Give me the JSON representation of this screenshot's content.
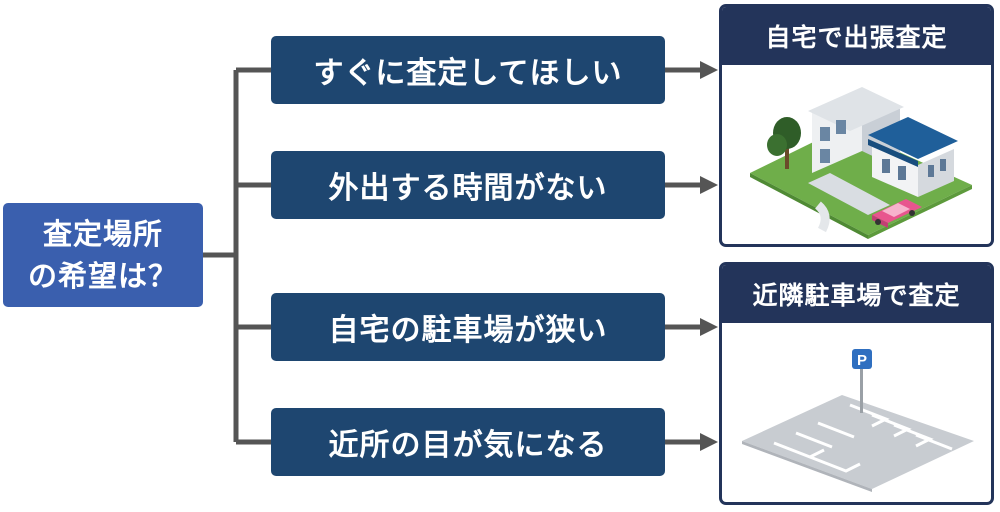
{
  "root": {
    "line1": "査定場所",
    "line2": "の希望は？"
  },
  "reasons": [
    "すぐに査定してほしい",
    "外出する時間がない",
    "自宅の駐車場が狭い",
    "近所の目が気になる"
  ],
  "options": [
    {
      "title": "自宅で出張査定",
      "illustration": "house-with-car"
    },
    {
      "title": "近隣駐車場で査定",
      "illustration": "parking-lot"
    }
  ],
  "parking_sign": "P",
  "colors": {
    "root_fill": "#3a5fae",
    "reason_fill": "#1e4670",
    "card_header": "#23345a",
    "connector": "#555555",
    "car": "#e8558e",
    "roof": "#1f5f9a"
  }
}
